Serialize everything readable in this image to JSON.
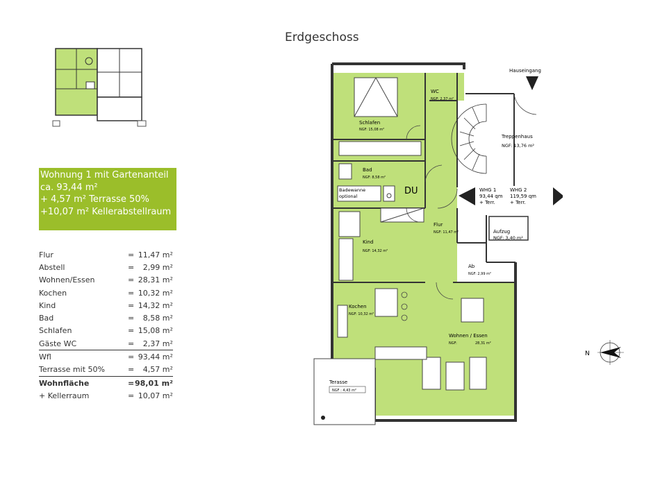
{
  "title": "Erdgeschoss",
  "summary": {
    "line1": "Wohnung 1 mit Gartenanteil",
    "line2": "ca. 93,44 m²",
    "line3": "+ 4,57 m² Terrasse 50%",
    "line4": "+10,07 m² Kellerabstellraum",
    "accent_color": "#9bbe2a"
  },
  "areas": [
    {
      "name": "Flur",
      "eq": "=",
      "value": "11,47 m²"
    },
    {
      "name": "Abstell",
      "eq": "=",
      "value": "2,99 m²"
    },
    {
      "name": "Wohnen/Essen",
      "eq": "=",
      "value": "28,31 m²"
    },
    {
      "name": "Kochen",
      "eq": "=",
      "value": "10,32 m²"
    },
    {
      "name": "Kind",
      "eq": "=",
      "value": "14,32 m²"
    },
    {
      "name": "Bad",
      "eq": "=",
      "value": "8,58 m²"
    },
    {
      "name": "Schlafen",
      "eq": "=",
      "value": "15,08 m²"
    },
    {
      "name": "Gäste WC",
      "eq": "=",
      "value": "2,37 m²"
    },
    {
      "name": "Wfl",
      "eq": "=",
      "value": "93,44 m²"
    },
    {
      "name": "Terrasse mit 50%",
      "eq": "=",
      "value": "4,57 m²"
    },
    {
      "name": "Wohnfläche",
      "eq": "=",
      "value": "98,01 m²"
    },
    {
      "name": "+ Kellerraum",
      "eq": "=",
      "value": "10,07 m²"
    }
  ],
  "plan": {
    "hauseingang": "Hauseingang",
    "schlafen": "Schlafen",
    "schlafen_ngf": "NGF: 15,08 m²",
    "wc": "WC",
    "wc_ngf": "NGF: 2,37 m²",
    "treppenhaus": "Treppenhaus",
    "treppenhaus_ngf": "NGF: 13,76 m²",
    "bad": "Bad",
    "bad_ngf": "NGF: 8,58 m²",
    "badewanne1": "Badewanne",
    "badewanne2": "optional",
    "du": "DU",
    "whg1_a": "WHG 1",
    "whg1_b": "93,44 qm",
    "whg1_c": "+ Terr.",
    "whg2_a": "WHG 2",
    "whg2_b": "119,59 qm",
    "whg2_c": "+ Terr.",
    "aufzug": "Aufzug",
    "aufzug_ngf": "NGF: 3,40 m²",
    "flur": "Flur",
    "flur_ngf": "NGF: 11,47 m²",
    "kind": "Kind",
    "kind_ngf": "NGF: 14,32 m²",
    "ab": "Ab",
    "ab_ngf": "NGF: 2,99 m²",
    "kochen": "Kochen",
    "kochen_ngf": "NGF: 10,32 m²",
    "wohnen": "Wohnen / Essen",
    "wohnen_ngf1": "NGF:",
    "wohnen_ngf2": "28,31 m²",
    "terasse": "Terasse",
    "terasse_ngf": "NGF : 4,43 m²",
    "room_color": "#bfe07a"
  },
  "compass": {
    "north": "N"
  }
}
